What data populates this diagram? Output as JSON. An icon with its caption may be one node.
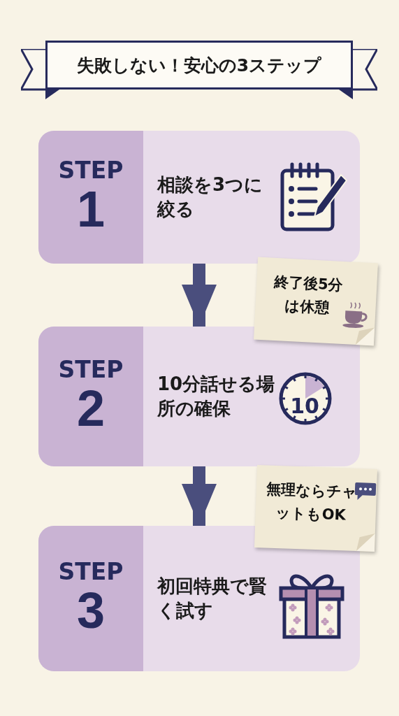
{
  "diagram": {
    "title": "失敗しない！安心の3ステップ",
    "nodes": [
      {
        "text": [
          "STEP",
          "1",
          "相談を3つに絞る"
        ]
      },
      {
        "text": [
          "STEP",
          "2",
          "10分話せる場所の確保"
        ]
      },
      {
        "text": [
          "STEP",
          "3",
          "初回特典で賢く試す"
        ]
      },
      {
        "text": [
          "終了後5分は休憩"
        ]
      },
      {
        "text": [
          "無理ならチャットもOK"
        ]
      }
    ],
    "edges": [
      {
        "from": 0,
        "to": 1,
        "arrow": "to"
      },
      {
        "from": 1,
        "to": 2,
        "arrow": "to"
      }
    ],
    "labels": [
      "10"
    ]
  }
}
